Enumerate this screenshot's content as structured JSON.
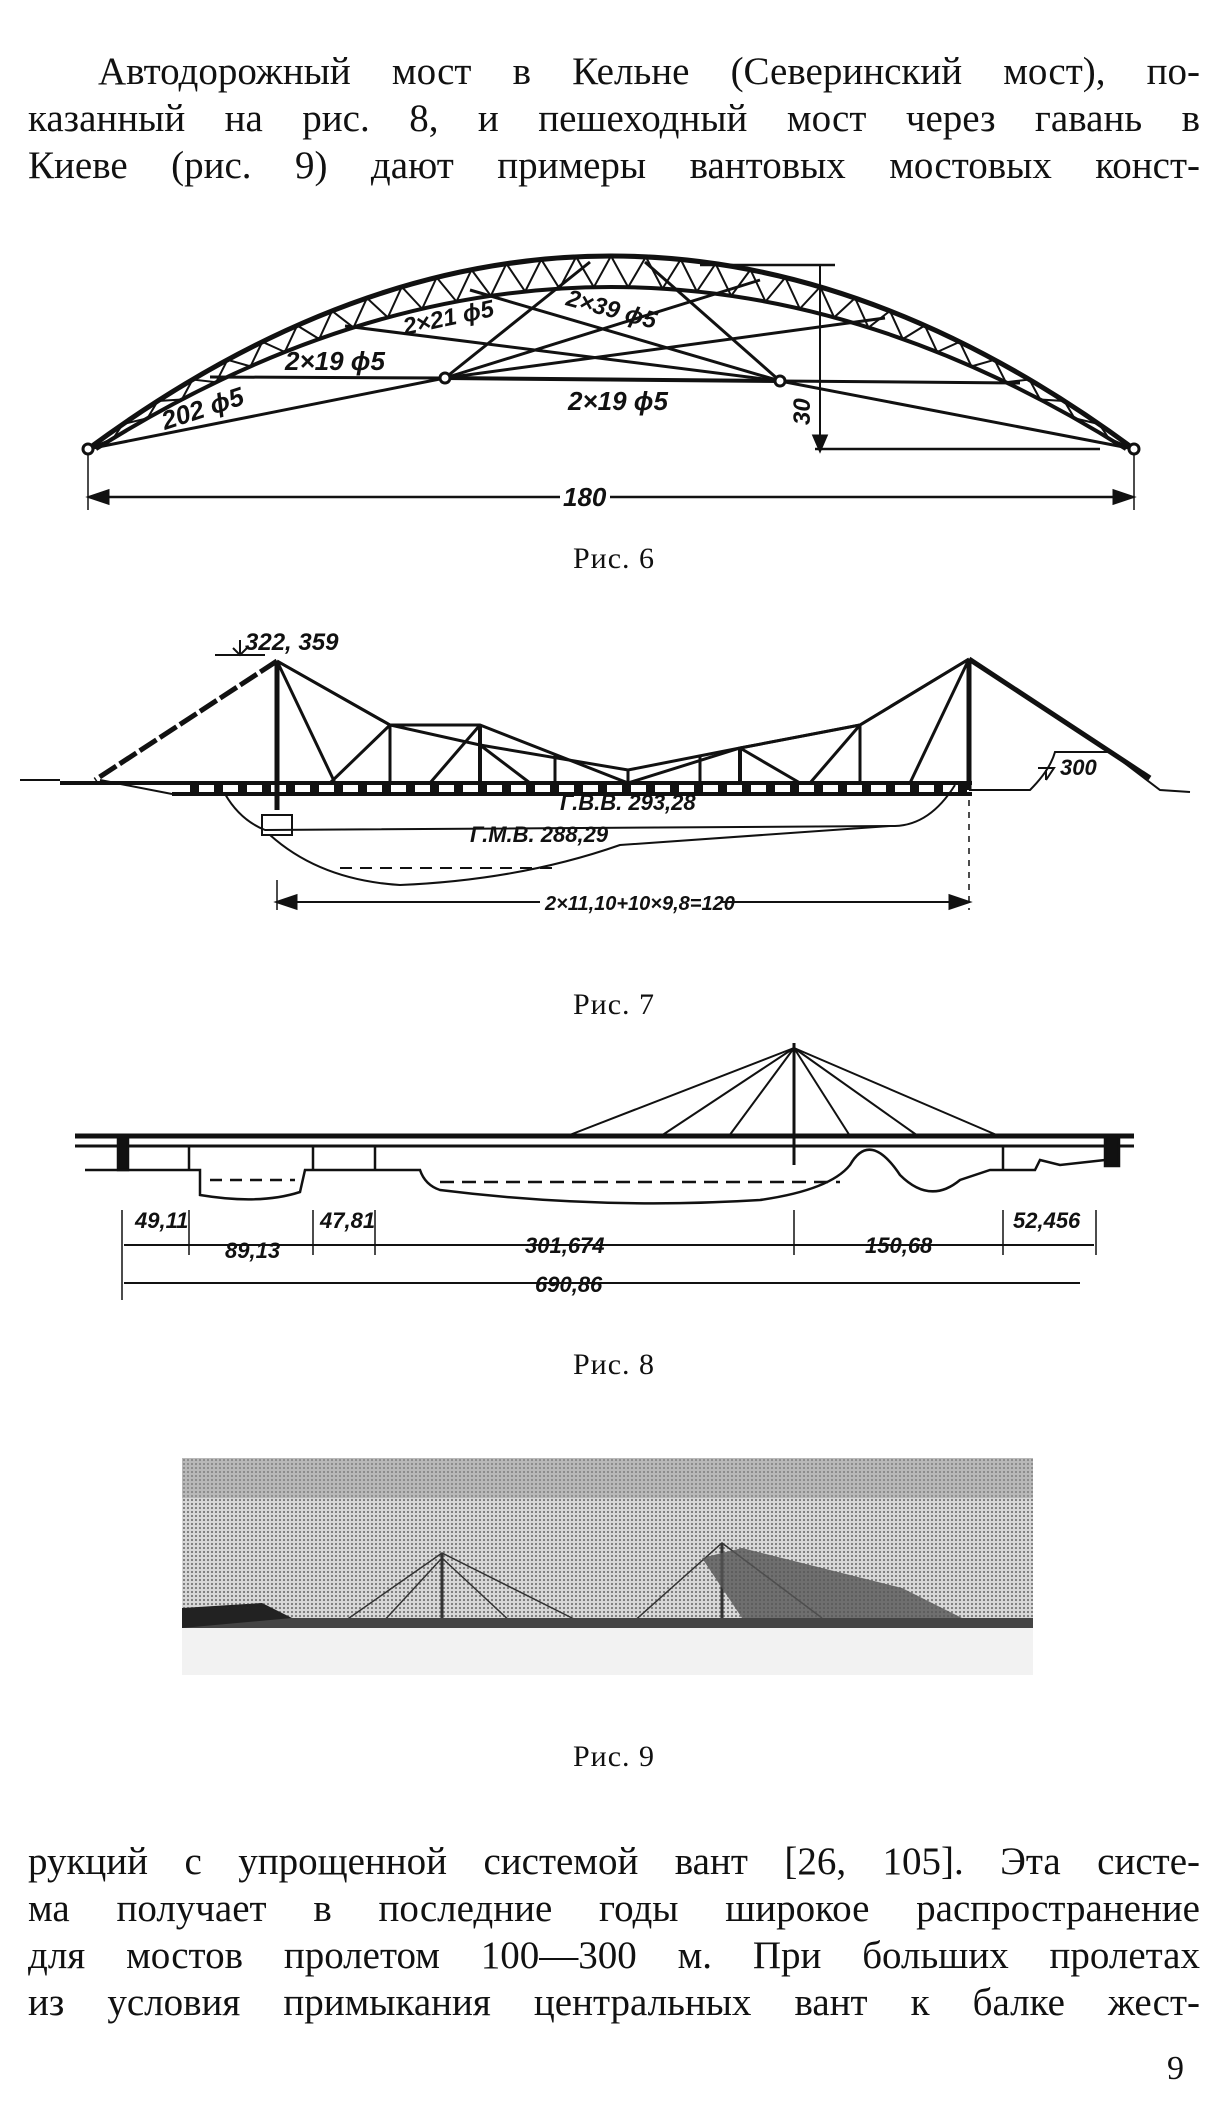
{
  "paragraph_top": {
    "lines": [
      "Автодорожный мост в Кельне (Северинский мост), по-",
      "казанный на рис. 8, и пешеходный мост через гавань в",
      "Киеве (рис. 9) дают примеры вантовых мостовых конст-"
    ]
  },
  "figure6": {
    "caption": "Рис. 6",
    "labels": {
      "cable_a": "202 ϕ5",
      "cable_b": "2×19 ϕ5",
      "cable_c": "2×21 ϕ5",
      "cable_d": "2×39 ϕ5",
      "cable_e": "2×19 ϕ5",
      "rise": "30",
      "span": "180"
    }
  },
  "figure7": {
    "caption": "Рис. 7",
    "labels": {
      "top_level": "322, 359",
      "high_water": "Г.В.В. 293,28",
      "low_water": "Г.М.В. 288,29",
      "right_level": "300",
      "span": "2×11,10+10×9,8=120"
    }
  },
  "figure8": {
    "caption": "Рис. 8",
    "spans": [
      "49,11",
      "89,13",
      "47,81",
      "301,674",
      "150,68",
      "52,456"
    ],
    "total": "690,86"
  },
  "figure9": {
    "caption": "Рис. 9"
  },
  "paragraph_bottom": {
    "lines": [
      "рукций с упрощенной системой вант [26, 105]. Эта систе-",
      "ма получает в последние годы широкое распространение",
      "для мостов пролетом 100—300 м. При больших пролетах",
      "из условия примыкания центральных вант к балке жест-"
    ]
  },
  "page_number": "9"
}
